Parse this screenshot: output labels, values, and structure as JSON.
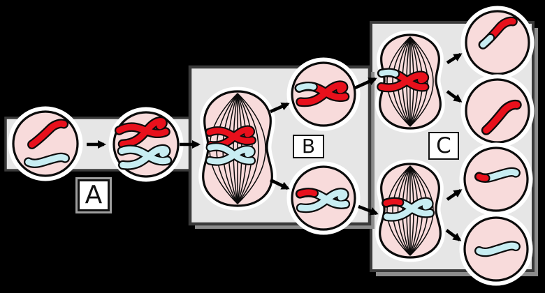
{
  "diagram": {
    "stage_labels": {
      "a": "A",
      "b": "B",
      "c": "C"
    },
    "colors": {
      "background": "#000000",
      "box_fill": "#e6e6e6",
      "box_border": "#3a3a3a",
      "box_shadow_color": "#8c8c8c",
      "cell_fill": "#f8dbdb",
      "outline": "#0b0b0b",
      "glow": "#ffffff",
      "chromosome_red": "#e8101c",
      "chromosome_blue": "#c8edf2",
      "arrow": "#000000",
      "label_bg": "#ffffff",
      "label_text": "#111111",
      "label_ring": "#9e9e9e"
    }
  }
}
